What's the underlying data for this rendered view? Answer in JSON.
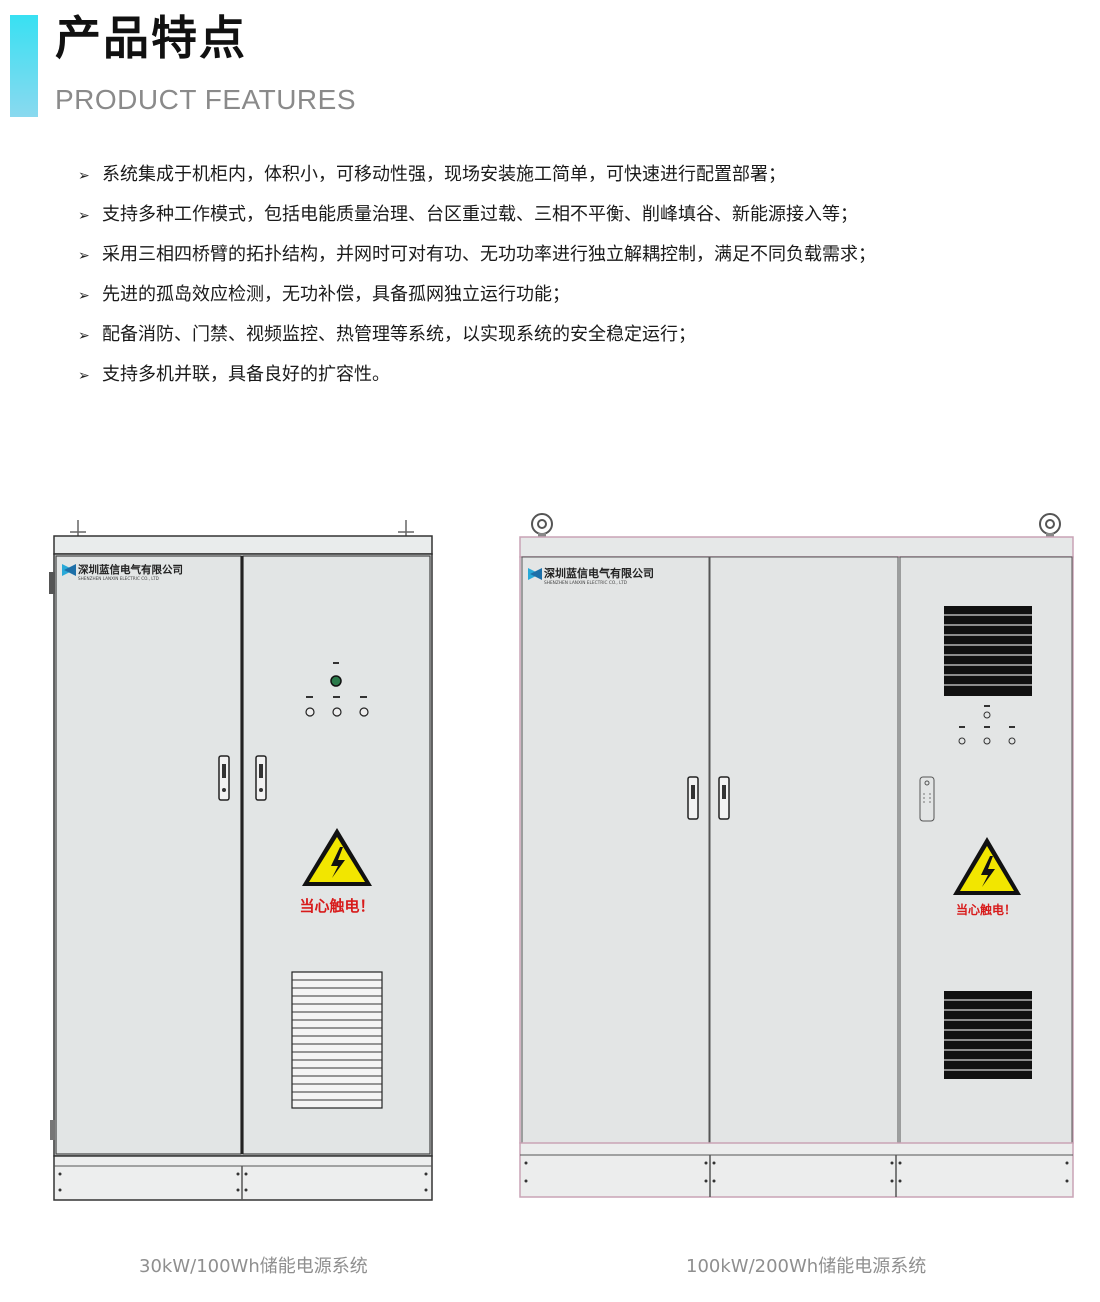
{
  "header": {
    "title_cn": "产品特点",
    "title_en": "PRODUCT FEATURES"
  },
  "features": [
    "系统集成于机柜内，体积小，可移动性强，现场安装施工简单，可快速进行配置部署；",
    "支持多种工作模式，包括电能质量治理、台区重过载、三相不平衡、削峰填谷、新能源接入等；",
    "采用三相四桥臂的拓扑结构，并网时可对有功、无功功率进行独立解耦控制，满足不同负载需求；",
    "先进的孤岛效应检测，无功补偿，具备孤网独立运行功能；",
    "配备消防、门禁、视频监控、热管理等系统，以实现系统的安全稳定运行；",
    "支持多机并联，具备良好的扩容性。"
  ],
  "bullet_symbol": "➢",
  "products": [
    {
      "caption": "30kW/100Wh储能电源系统",
      "company_cn": "深圳蓝信电气有限公司",
      "company_en": "SHENZHEN LANXIN ELECTRIC CO., LTD",
      "warning_text": "当心触电！",
      "warning_icon": "high-voltage-warning-icon"
    },
    {
      "caption": "100kW/200Wh储能电源系统",
      "company_cn": "深圳蓝信电气有限公司",
      "company_en": "SHENZHEN LANXIN ELECTRIC CO., LTD",
      "warning_text": "当心触电！",
      "warning_icon": "high-voltage-warning-icon"
    }
  ],
  "colors": {
    "accent": "#38e0f2",
    "cabinet_fill": "#e3e6e6",
    "warning_yellow": "#f2e600",
    "warning_text": "#d81b1b"
  }
}
